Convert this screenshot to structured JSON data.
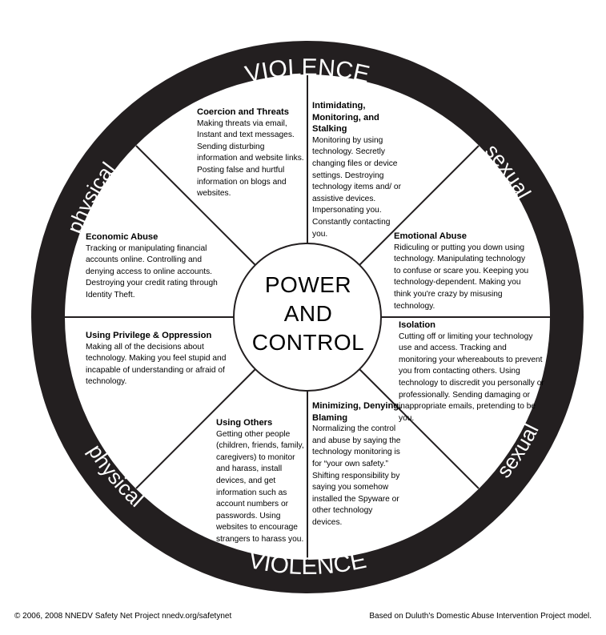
{
  "ring": {
    "top": "VIOLENCE",
    "bottom": "VIOLENCE",
    "upper_left": "physical",
    "lower_left": "physical",
    "upper_right": "sexual",
    "lower_right": "sexual"
  },
  "center": {
    "line1": "POWER",
    "line2": "AND",
    "line3": "CONTROL"
  },
  "segments": {
    "coercion": {
      "title": "Coercion and Threats",
      "body": "Making threats via email, Instant and text messages. Sending disturbing information and website links. Posting false and hurtful information on blogs and websites."
    },
    "intimidating": {
      "title": "Intimidating, Monitoring, and Stalking",
      "body": "Monitoring by using technology. Secretly changing files or device settings. Destroying technology items and/ or assistive devices. Impersonating you. Constantly contacting you."
    },
    "emotional": {
      "title": "Emotional Abuse",
      "body": "Ridiculing or putting you down using technology. Manipulating technology to confuse or scare you. Keeping you technology-dependent. Making you think you're crazy by misusing technology."
    },
    "isolation": {
      "title": "Isolation",
      "body": "Cutting off or limiting your technology use and access. Tracking and monitoring your whereabouts to prevent you from contacting others. Using technology to discredit you personally or professionally. Sending damaging or inappropriate emails, pretending to be you."
    },
    "minimizing": {
      "title": "Minimizing, Denying, Blaming",
      "body": "Normalizing the control and abuse by saying the technology monitoring is for “your own safety.” Shifting responsibility by saying you somehow installed the Spyware or other technology devices."
    },
    "using_others": {
      "title": "Using Others",
      "body": "Getting other people (children, friends, family, caregivers) to monitor and harass, install devices, and get information such as account numbers or passwords.  Using websites to encourage strangers to harass you."
    },
    "privilege": {
      "title": "Using Privilege & Oppression",
      "body": "Making all of the decisions about technology. Making you feel stupid and incapable of understanding or afraid of technology."
    },
    "economic": {
      "title": "Economic Abuse",
      "body": "Tracking or manipulating financial accounts online. Controlling and denying access to online accounts. Destroying your credit rating through Identity Theft."
    }
  },
  "footer": {
    "left": "© 2006, 2008 NNEDV Safety Net Project nnedv.org/safetynet",
    "right": "Based on Duluth's Domestic Abuse Intervention Project model."
  },
  "colors": {
    "ring": "#231f20",
    "background": "#ffffff",
    "ring_text": "#ffffff",
    "text": "#000000"
  }
}
